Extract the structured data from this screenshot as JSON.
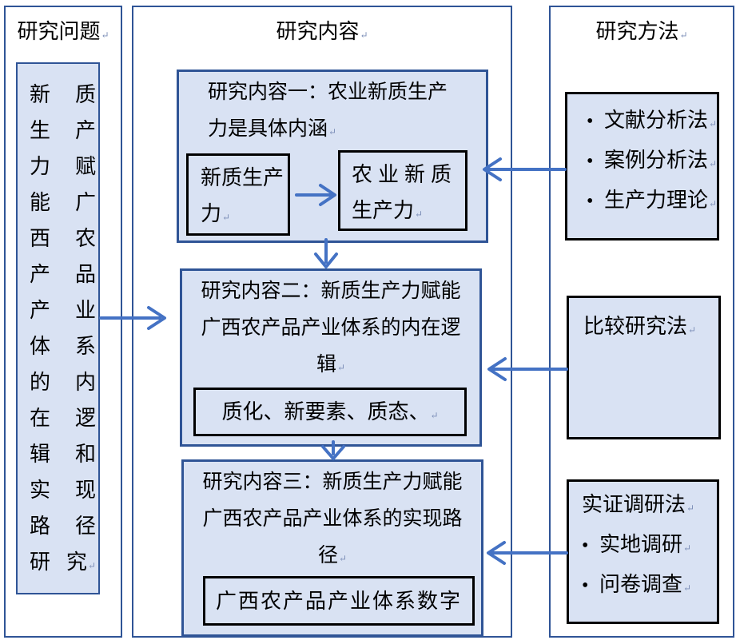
{
  "colors": {
    "panel_border": "#2F5496",
    "box_fill": "#D9E2F3",
    "inner_border": "#000000",
    "arrow": "#4472C4",
    "text": "#000000"
  },
  "marks": {
    "para_end": "↵"
  },
  "icons": {
    "bullet": "•"
  },
  "panels": {
    "problem": {
      "title": "研究问题",
      "vertical_box": {
        "full_text": "新质生产力赋能广西农产品产业体系的内在逻辑和实现路径研究",
        "rows": [
          [
            "新",
            "质"
          ],
          [
            "生",
            "产"
          ],
          [
            "力",
            "赋"
          ],
          [
            "能",
            "广"
          ],
          [
            "西",
            "农"
          ],
          [
            "产",
            "品"
          ],
          [
            "产",
            "业"
          ],
          [
            "体",
            "系"
          ],
          [
            "的",
            "内"
          ],
          [
            "在",
            "逻"
          ],
          [
            "辑",
            "和"
          ],
          [
            "实",
            "现"
          ],
          [
            "路",
            "径"
          ],
          [
            "研",
            "究"
          ]
        ]
      }
    },
    "content": {
      "title": "研究内容",
      "items": [
        {
          "title_line1": "研究内容一：农业新质生产",
          "title_line2": "力是具体内涵",
          "sub_left_line1": "新质生产",
          "sub_left_line2": "力",
          "sub_right_line1": "农业新质",
          "sub_right_line2": "生产力"
        },
        {
          "title_line1": "研究内容二：新质生产力赋能",
          "title_line2": "广西农产品产业体系的内在逻",
          "title_line3": "辑",
          "sub": "质化、新要素、质态、"
        },
        {
          "title_line1": "研究内容三：新质生产力赋能",
          "title_line2": "广西农产品产业体系的实现路",
          "title_line3": "径",
          "sub": "广西农产品产业体系数字"
        }
      ]
    },
    "methods": {
      "title": "研究方法",
      "items": [
        {
          "bullets": [
            "文献分析法",
            "案例分析法",
            "生产力理论"
          ]
        },
        {
          "title": "比较研究法"
        },
        {
          "title": "实证调研法",
          "bullets": [
            "实地调研",
            "问卷调查"
          ]
        }
      ]
    }
  }
}
